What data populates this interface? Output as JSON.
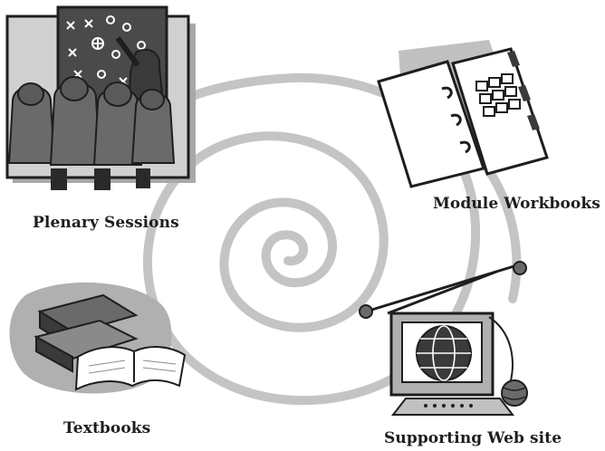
{
  "labels": {
    "plenary": "Plenary Sessions",
    "module": "Module Workbooks",
    "textbooks": "Textbooks",
    "web": "Supporting Web site"
  },
  "icons": {
    "plenary": "presentation-group-icon",
    "module": "workbook-binder-icon",
    "textbooks": "books-stack-icon",
    "web": "computer-knitting-icon"
  },
  "colors": {
    "spiral": "#c4c4c4",
    "ink": "#1e1e1e",
    "shadow": "#a8a8a8"
  }
}
